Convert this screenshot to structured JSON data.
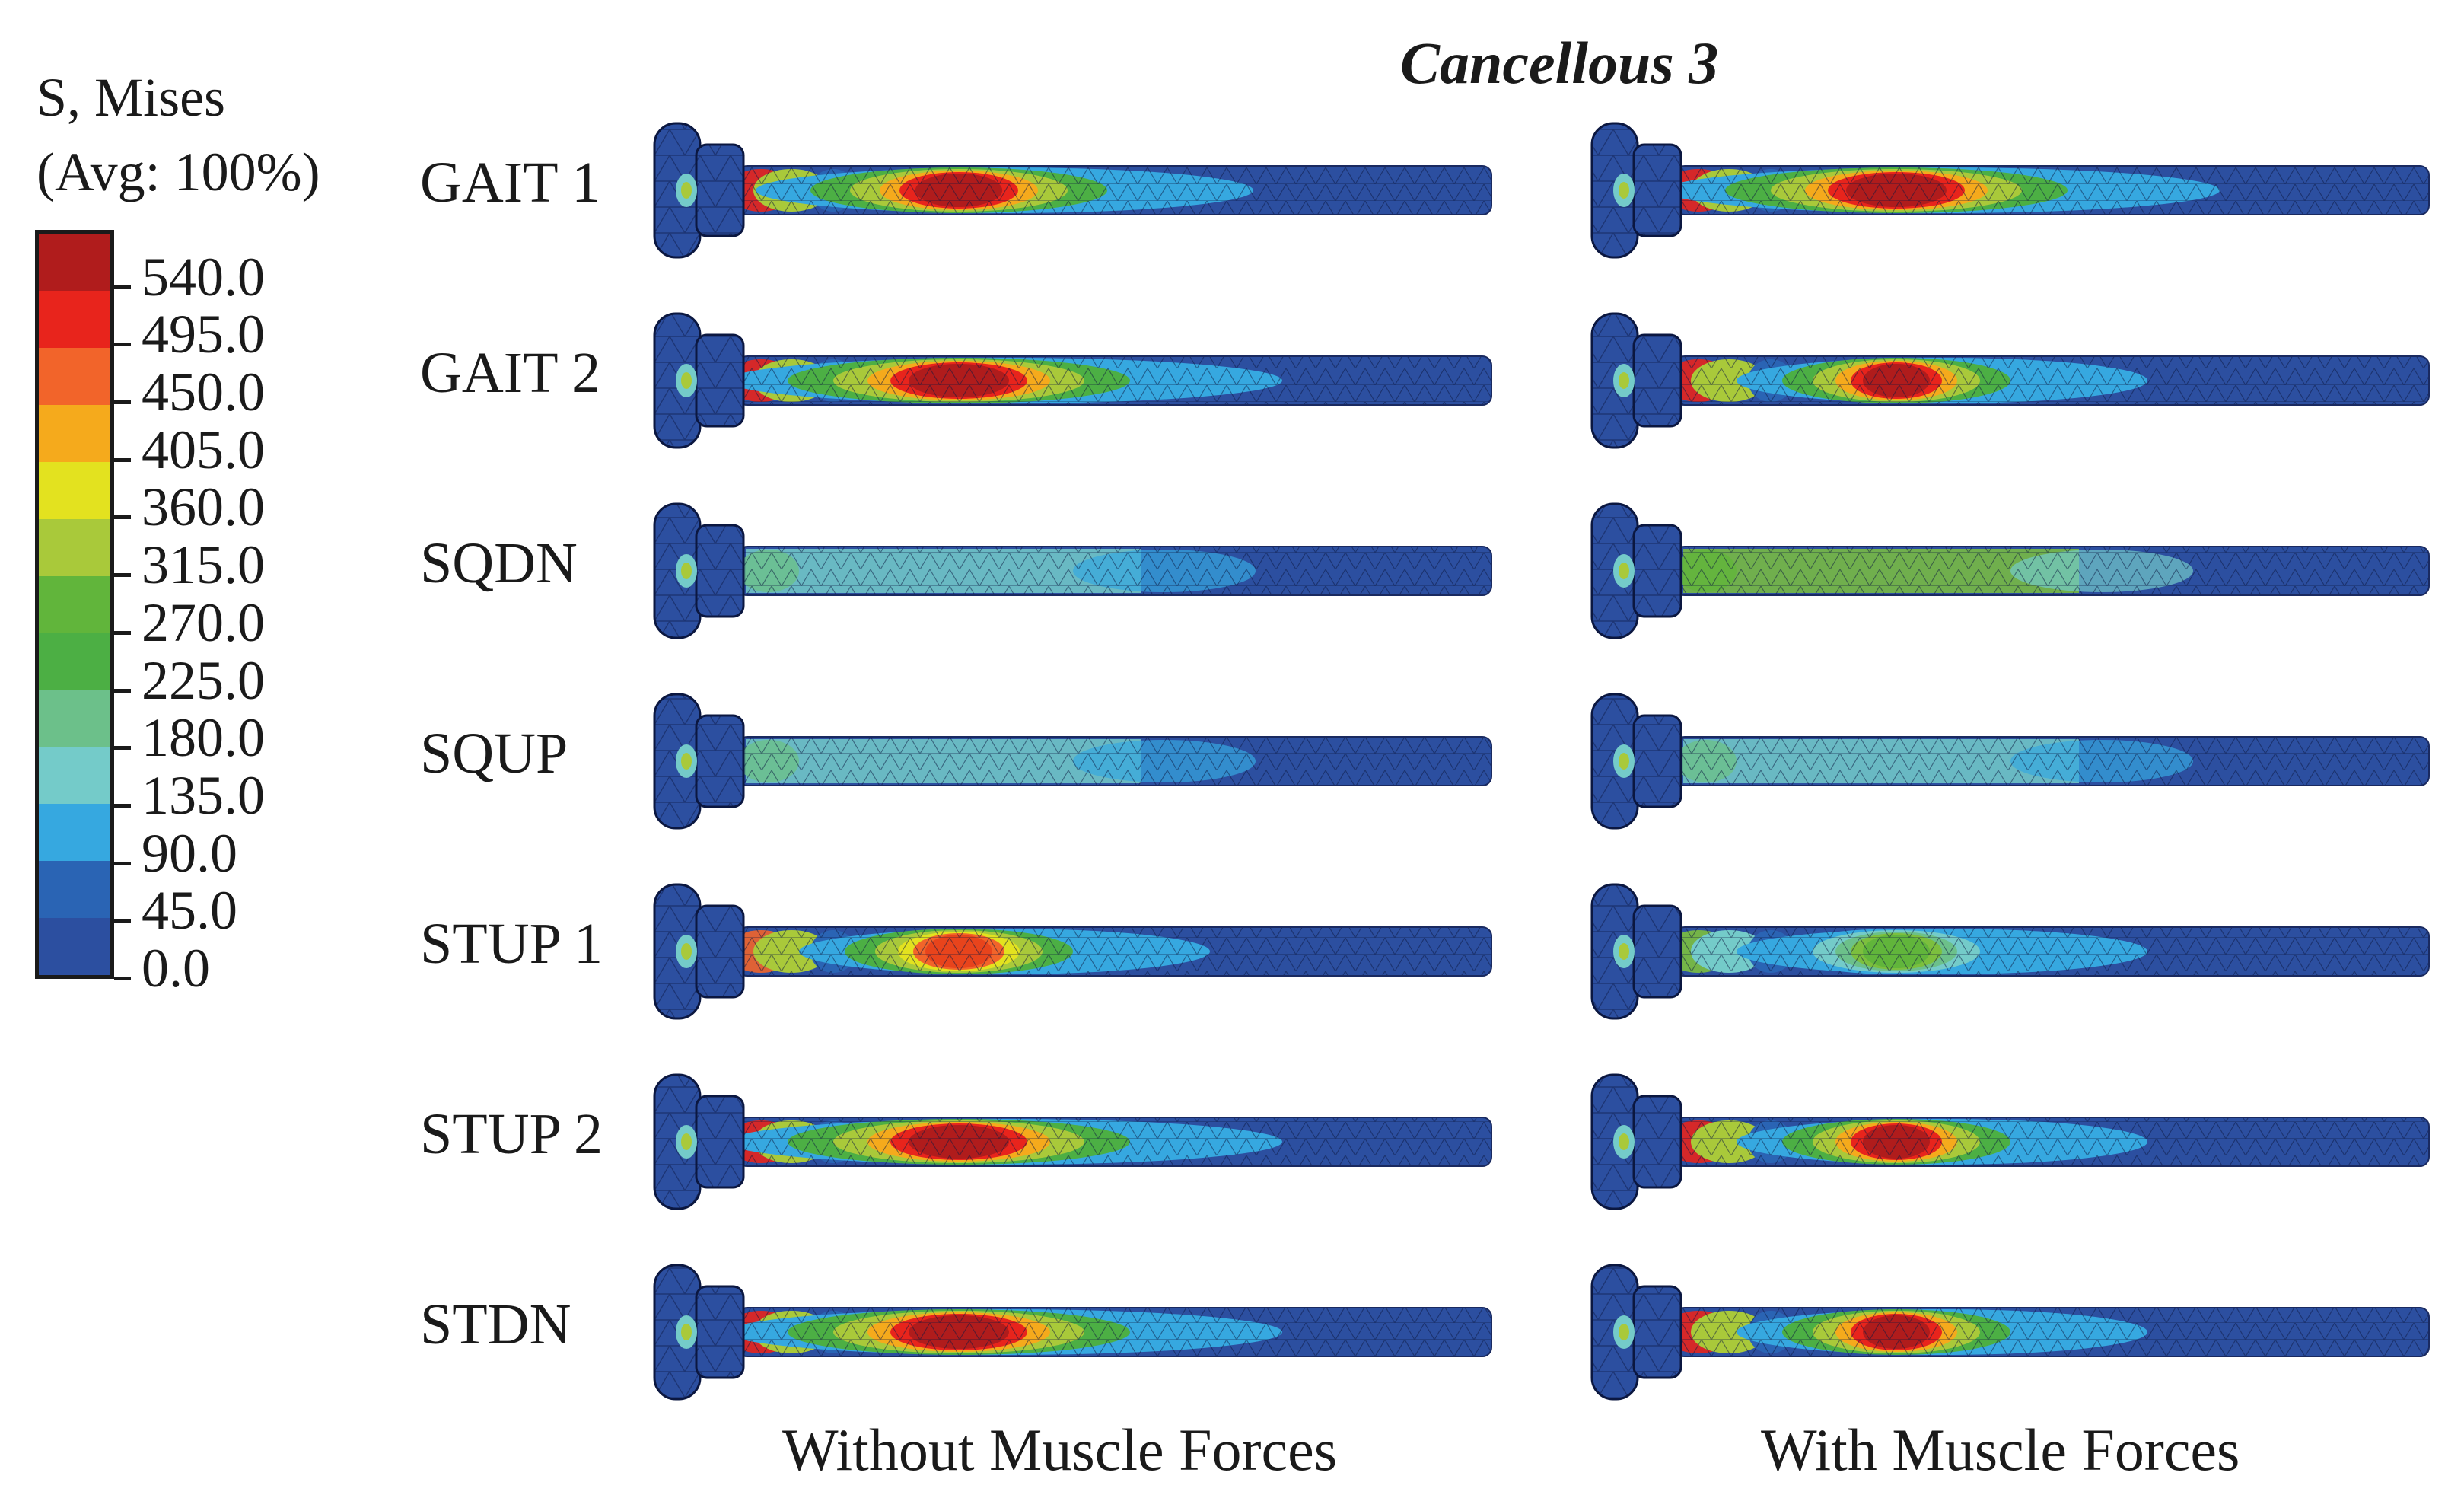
{
  "legend": {
    "title_line1": "S, Mises",
    "title_line2": "(Avg: 100%)",
    "ticks": [
      "540.0",
      "495.0",
      "450.0",
      "405.0",
      "360.0",
      "315.0",
      "270.0",
      "225.0",
      "180.0",
      "135.0",
      "90.0",
      "45.0",
      "0.0"
    ],
    "colors": [
      "#b01c1c",
      "#e8241c",
      "#f2642a",
      "#f5aa1c",
      "#e3e21f",
      "#a9c93a",
      "#61b53b",
      "#4caf44",
      "#6cc08a",
      "#74cbc9",
      "#36a8e0",
      "#2a64b4",
      "#2c4fa0"
    ]
  },
  "title": "Cancellous 3",
  "rows": [
    "GAIT 1",
    "GAIT 2",
    "SQDN",
    "SQUP",
    "STUP 1",
    "STUP 2",
    "STDN"
  ],
  "columns": [
    "Without Muscle Forces",
    "With Muscle Forces"
  ],
  "colors": {
    "base": "#2c4fa0",
    "mesh": "#0b1740"
  },
  "stress_models": [
    [
      {
        "row": "GAIT 1",
        "peak": "red",
        "extent": "medium"
      },
      {
        "row": "GAIT 2",
        "peak": "red",
        "extent": "large"
      },
      {
        "row": "SQDN",
        "peak": "cyan-green",
        "extent": "uniform"
      },
      {
        "row": "SQUP",
        "peak": "cyan-green",
        "extent": "uniform"
      },
      {
        "row": "STUP 1",
        "peak": "orange-red",
        "extent": "small"
      },
      {
        "row": "STUP 2",
        "peak": "red",
        "extent": "large"
      },
      {
        "row": "STDN",
        "peak": "red",
        "extent": "large"
      }
    ],
    [
      {
        "row": "GAIT 1",
        "peak": "red",
        "extent": "large"
      },
      {
        "row": "GAIT 2",
        "peak": "red",
        "extent": "small"
      },
      {
        "row": "SQDN",
        "peak": "green",
        "extent": "uniform"
      },
      {
        "row": "SQUP",
        "peak": "cyan-green",
        "extent": "uniform"
      },
      {
        "row": "STUP 1",
        "peak": "green",
        "extent": "small"
      },
      {
        "row": "STUP 2",
        "peak": "red",
        "extent": "small"
      },
      {
        "row": "STDN",
        "peak": "red",
        "extent": "small"
      }
    ]
  ]
}
